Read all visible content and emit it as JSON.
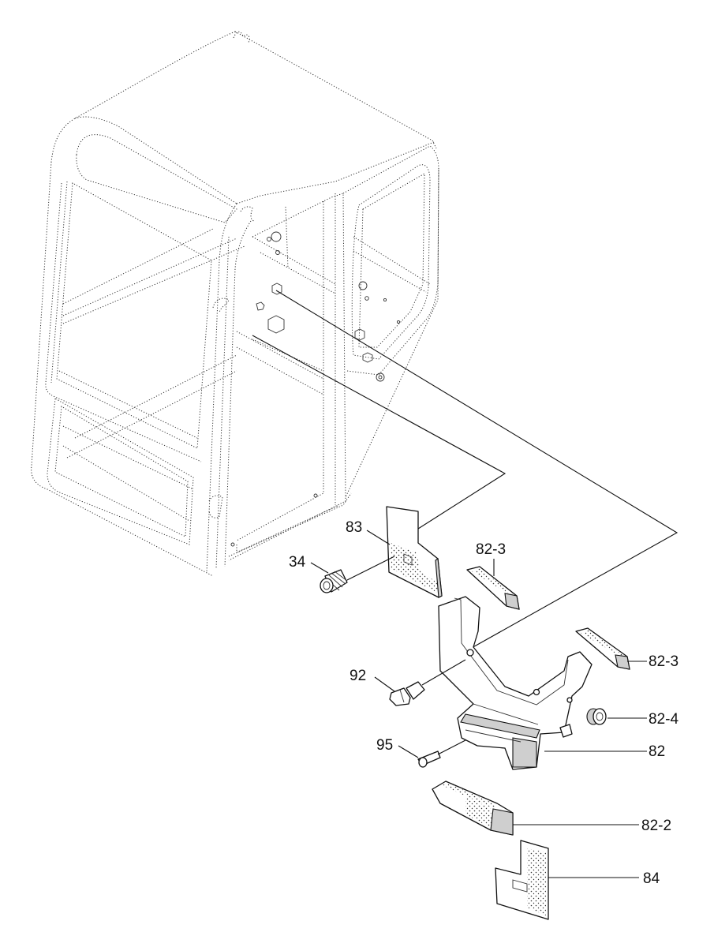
{
  "labels": {
    "p83": "83",
    "p34": "34",
    "p82_3a": "82-3",
    "p82_3b": "82-3",
    "p92": "92",
    "p82_4": "82-4",
    "p95": "95",
    "p82": "82",
    "p82_2": "82-2",
    "p84": "84"
  }
}
